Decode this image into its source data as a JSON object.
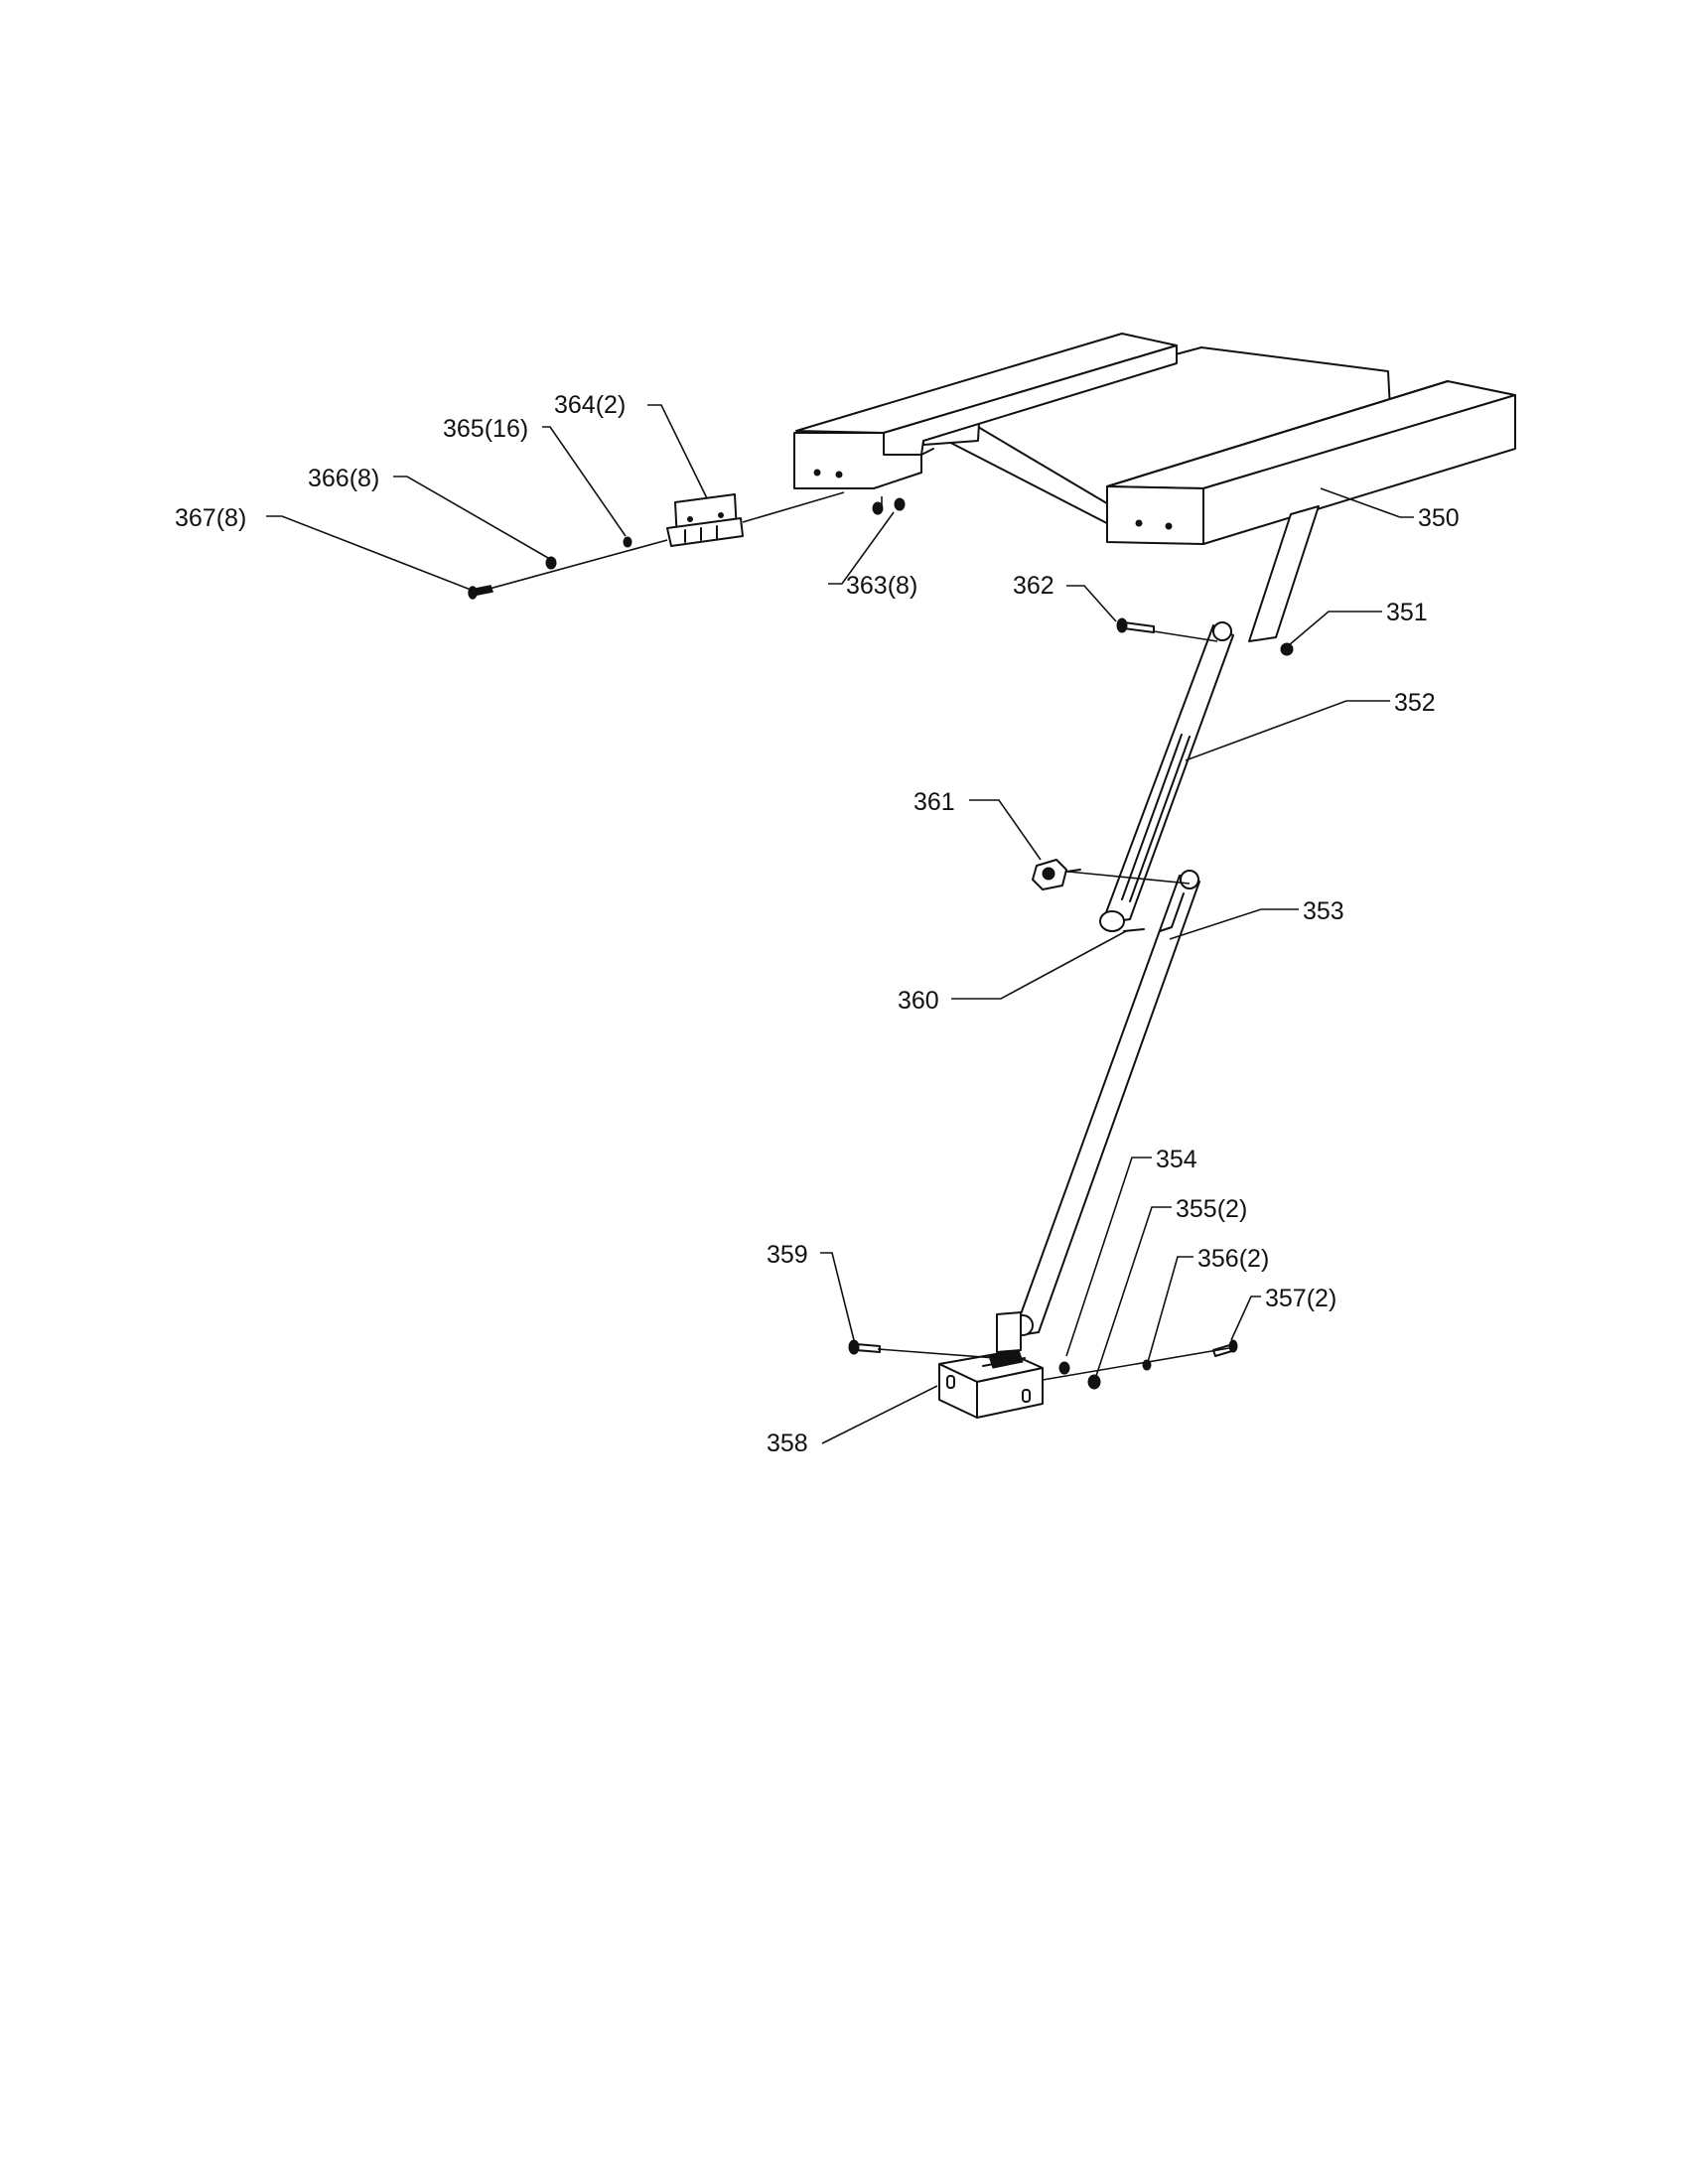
{
  "labels": {
    "p350": "350",
    "p351": "351",
    "p352": "352",
    "p353": "353",
    "p354": "354",
    "p355": "355(2)",
    "p356": "356(2)",
    "p357": "357(2)",
    "p358": "358",
    "p359": "359",
    "p360": "360",
    "p361": "361",
    "p362": "362",
    "p363": "363(8)",
    "p364": "364(2)",
    "p365": "365(16)",
    "p366": "366(8)",
    "p367": "367(8)"
  },
  "colors": {
    "ink": "#111111",
    "paper": "#ffffff"
  }
}
